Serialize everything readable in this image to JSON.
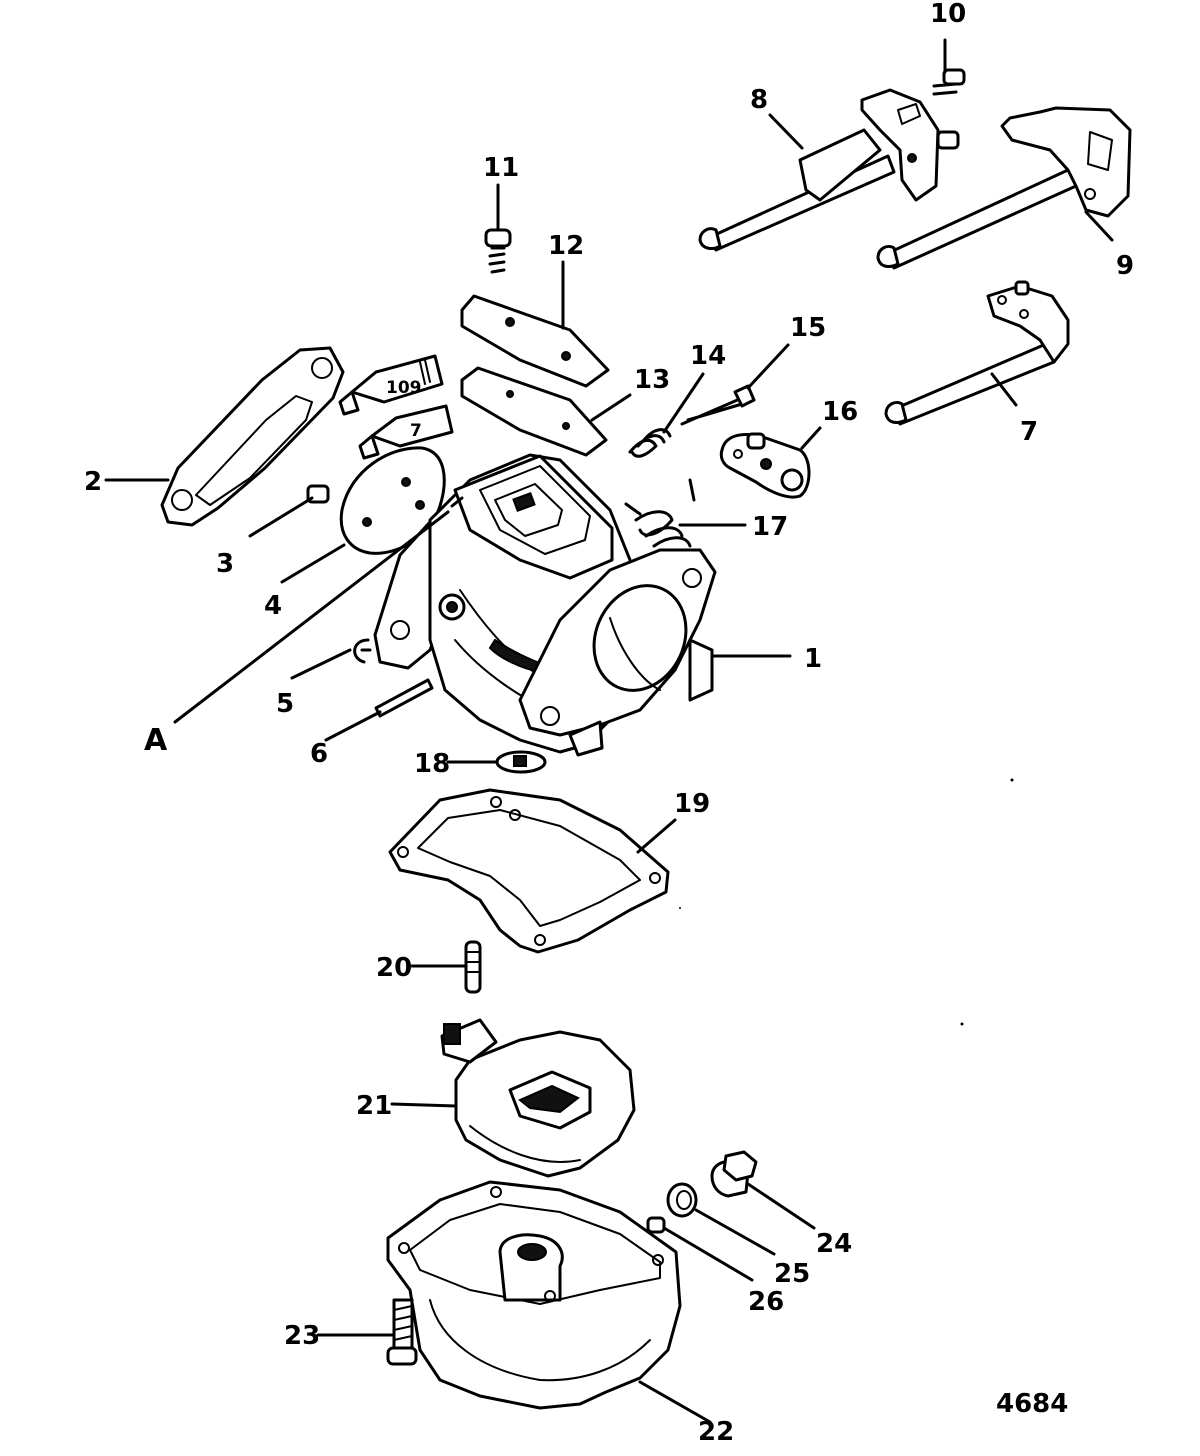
{
  "diagram": {
    "figure_number": "4684",
    "callouts": [
      {
        "id": "1",
        "text": "1"
      },
      {
        "id": "2",
        "text": "2"
      },
      {
        "id": "3",
        "text": "3"
      },
      {
        "id": "4",
        "text": "4"
      },
      {
        "id": "5",
        "text": "5"
      },
      {
        "id": "6",
        "text": "6"
      },
      {
        "id": "7",
        "text": "7"
      },
      {
        "id": "8",
        "text": "8"
      },
      {
        "id": "9",
        "text": "9"
      },
      {
        "id": "10",
        "text": "10"
      },
      {
        "id": "11",
        "text": "11"
      },
      {
        "id": "12",
        "text": "12"
      },
      {
        "id": "13",
        "text": "13"
      },
      {
        "id": "14",
        "text": "14"
      },
      {
        "id": "15",
        "text": "15"
      },
      {
        "id": "16",
        "text": "16"
      },
      {
        "id": "17",
        "text": "17"
      },
      {
        "id": "18",
        "text": "18"
      },
      {
        "id": "19",
        "text": "19"
      },
      {
        "id": "20",
        "text": "20"
      },
      {
        "id": "21",
        "text": "21"
      },
      {
        "id": "22",
        "text": "22"
      },
      {
        "id": "23",
        "text": "23"
      },
      {
        "id": "24",
        "text": "24"
      },
      {
        "id": "25",
        "text": "25"
      },
      {
        "id": "26",
        "text": "26"
      }
    ],
    "detail_label": "A",
    "tube_labels": {
      "upper": "109",
      "lower": "7"
    }
  }
}
